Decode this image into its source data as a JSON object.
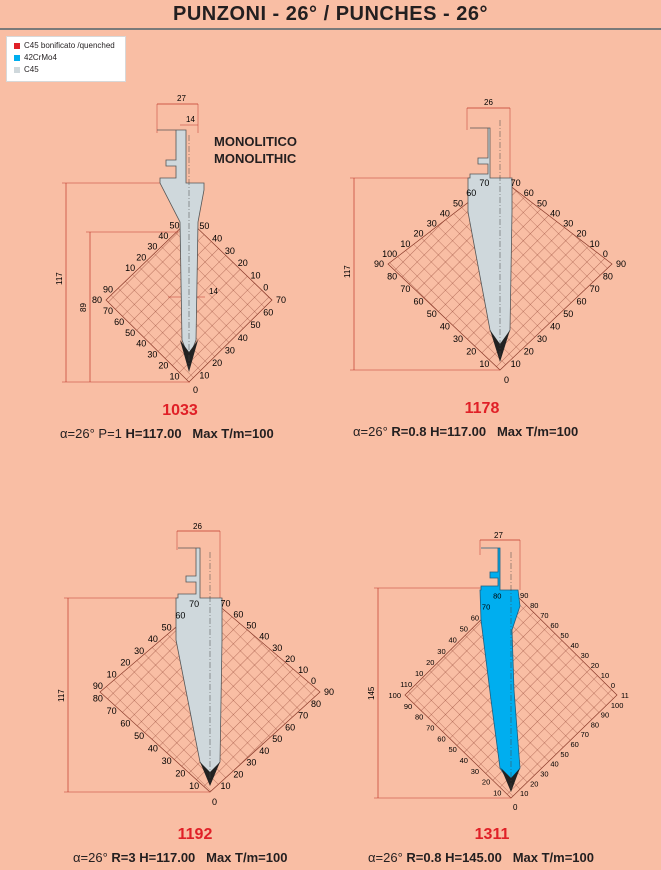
{
  "title": "PUNZONI - 26° / PUNCHES - 26°",
  "legend": [
    {
      "label": "C45 bonificato /quenched",
      "color": "#e02027"
    },
    {
      "label": "42CrMo4",
      "color": "#00aeef"
    },
    {
      "label": "C45",
      "color": "#cfd8dc"
    }
  ],
  "colors": {
    "background": "#f9bea4",
    "code": "#e02027",
    "grid": "#8a3a2a",
    "body_c45": "#cfd8dc",
    "body_42crmo4": "#00aeef"
  },
  "punches": [
    {
      "code": "1033",
      "note": [
        "MONOLITICO",
        "MONOLITHIC"
      ],
      "dims": {
        "top": "27",
        "inner": "14",
        "height": "117",
        "sub": "89",
        "mid": "14"
      },
      "ticks_left": [
        "50",
        "40",
        "30",
        "20",
        "10",
        "",
        "90",
        "80",
        "70",
        "60",
        "50",
        "40",
        "30",
        "20",
        "10"
      ],
      "ticks_right": [
        "50",
        "40",
        "30",
        "20",
        "10",
        "0",
        "70",
        "60",
        "50",
        "40",
        "30",
        "20",
        "10"
      ],
      "zero": "0",
      "specs": {
        "alpha": "α=26°",
        "p": "P=1",
        "h": "H=117.00",
        "max": "Max T/m=100"
      }
    },
    {
      "code": "1178",
      "dims": {
        "top": "26",
        "height": "117"
      },
      "ticks_left": [
        "70",
        "60",
        "50",
        "40",
        "30",
        "20",
        "10",
        "100",
        "90",
        "80",
        "70",
        "60",
        "50",
        "40",
        "30",
        "20",
        "10"
      ],
      "ticks_right": [
        "70",
        "60",
        "50",
        "40",
        "30",
        "20",
        "10",
        "0",
        "90",
        "80",
        "70",
        "60",
        "50",
        "40",
        "30",
        "20",
        "10"
      ],
      "zero": "0",
      "specs": {
        "alpha": "α=26°",
        "r": "R=0.8",
        "h": "H=117.00",
        "max": "Max T/m=100"
      }
    },
    {
      "code": "1192",
      "dims": {
        "top": "26",
        "height": "117"
      },
      "ticks_left": [
        "70",
        "60",
        "50",
        "40",
        "30",
        "20",
        "10",
        "90",
        "80",
        "70",
        "60",
        "50",
        "40",
        "30",
        "20",
        "10"
      ],
      "ticks_right": [
        "70",
        "60",
        "50",
        "40",
        "30",
        "20",
        "10",
        "0",
        "90",
        "80",
        "70",
        "60",
        "50",
        "40",
        "30",
        "20",
        "10"
      ],
      "zero": "0",
      "specs": {
        "alpha": "α=26°",
        "r": "R=3",
        "h": "H=117.00",
        "max": "Max T/m=100"
      }
    },
    {
      "code": "1311",
      "dims": {
        "top": "27",
        "height": "145"
      },
      "ticks_left": [
        "80",
        "70",
        "60",
        "50",
        "40",
        "30",
        "20",
        "10",
        "110",
        "100",
        "90",
        "80",
        "70",
        "60",
        "50",
        "40",
        "30",
        "20",
        "10"
      ],
      "ticks_right": [
        "90",
        "80",
        "70",
        "60",
        "50",
        "40",
        "30",
        "20",
        "10",
        "0",
        "11",
        "100",
        "90",
        "80",
        "70",
        "60",
        "50",
        "40",
        "30",
        "20",
        "10"
      ],
      "zero": "0",
      "specs": {
        "alpha": "α=26°",
        "r": "R=0.8",
        "h": "H=145.00",
        "max": "Max T/m=100"
      }
    }
  ]
}
